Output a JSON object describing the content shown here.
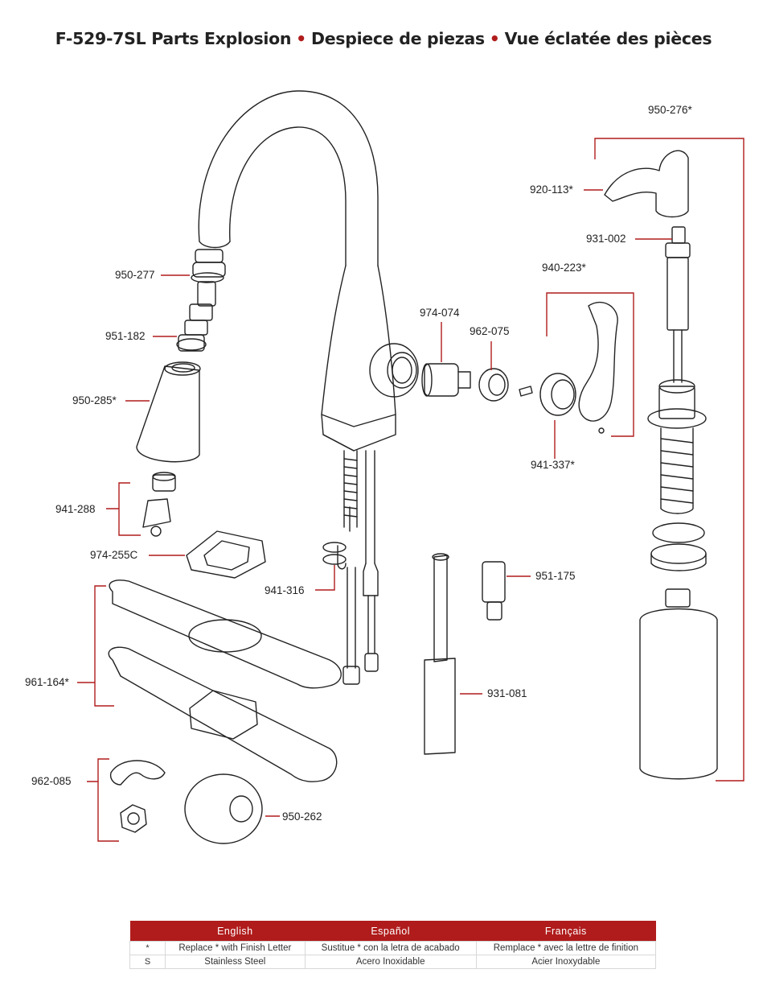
{
  "title": {
    "part1": "F-529-7SL Parts Explosion",
    "part2": "Despiece de piezas",
    "part3": "Vue éclatée des pièces",
    "separator": "•"
  },
  "parts": {
    "p950_276": "950-276*",
    "p920_113": "920-113*",
    "p931_002": "931-002",
    "p940_223": "940-223*",
    "p950_277": "950-277",
    "p974_074": "974-074",
    "p962_075": "962-075",
    "p951_182": "951-182",
    "p950_285": "950-285*",
    "p941_337": "941-337*",
    "p941_288": "941-288",
    "p974_255C": "974-255C",
    "p951_175": "951-175",
    "p941_316": "941-316",
    "p961_164": "961-164*",
    "p931_081": "931-081",
    "p962_085": "962-085",
    "p950_262": "950-262"
  },
  "legend": {
    "headers": [
      "English",
      "Español",
      "Français"
    ],
    "rows": [
      {
        "key": "*",
        "en": "Replace * with Finish Letter",
        "es": "Sustitue * con la letra de acabado",
        "fr": "Remplace * avec la lettre de finition"
      },
      {
        "key": "S",
        "en": "Stainless Steel",
        "es": "Acero Inoxidable",
        "fr": "Acier Inoxydable"
      }
    ]
  },
  "colors": {
    "accent": "#b01c1c",
    "line": "#222222"
  }
}
